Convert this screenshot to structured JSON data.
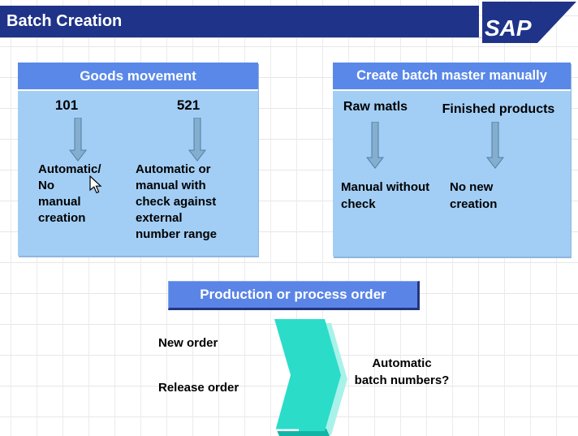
{
  "header": {
    "title": "Batch Creation",
    "logo": "SAP"
  },
  "goods_movement": {
    "title": "Goods movement",
    "columns": [
      {
        "label": "101",
        "desc": "Automatic/\nNo\nmanual\ncreation"
      },
      {
        "label": "521",
        "desc": "Automatic or\nmanual with\ncheck against\nexternal\nnumber range"
      }
    ]
  },
  "batch_master": {
    "title": "Create batch master manually",
    "columns": [
      {
        "label": "Raw matls",
        "desc": "Manual without\ncheck"
      },
      {
        "label": "Finished products",
        "desc": "No new\ncreation"
      }
    ]
  },
  "process": {
    "bar_label": "Production or process order",
    "left_items": [
      "New order",
      "Release order"
    ],
    "question": "Automatic\nbatch numbers?"
  },
  "colors": {
    "navy": "#1F3389",
    "header_blue": "#5988E8",
    "body_blue": "#A2CEF5",
    "teal": "#2BDCC9",
    "teal_light": "#A9F2E9",
    "teal_dark": "#12B5A5",
    "arrow_blue": "#85AECE"
  }
}
